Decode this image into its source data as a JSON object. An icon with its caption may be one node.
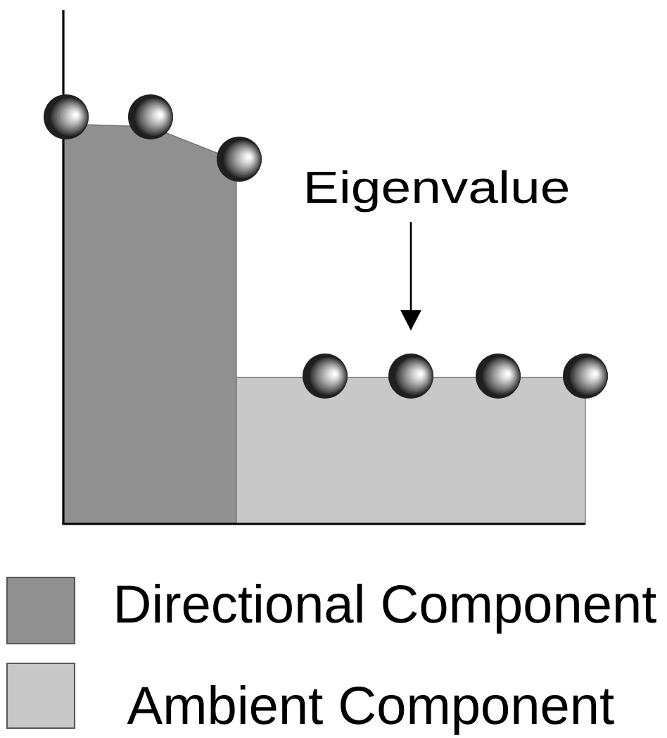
{
  "diagram": {
    "nodes": [
      {
        "text": [],
        "shape": "circle"
      },
      {
        "text": [],
        "shape": "circle"
      },
      {
        "text": [],
        "shape": "circle"
      },
      {
        "text": [
          "Eigenvalue"
        ]
      },
      {
        "text": [],
        "shape": "circle"
      },
      {
        "text": [],
        "shape": "circle"
      },
      {
        "text": [],
        "shape": "circle"
      },
      {
        "text": [],
        "shape": "circle"
      }
    ],
    "edges": [
      {
        "from": 3,
        "to": 5,
        "arrow": "to"
      }
    ],
    "legend": [
      {
        "text": "Directional Component",
        "color": "#909090"
      },
      {
        "text": "Ambient Component",
        "color": "#c8c8c8"
      }
    ]
  }
}
